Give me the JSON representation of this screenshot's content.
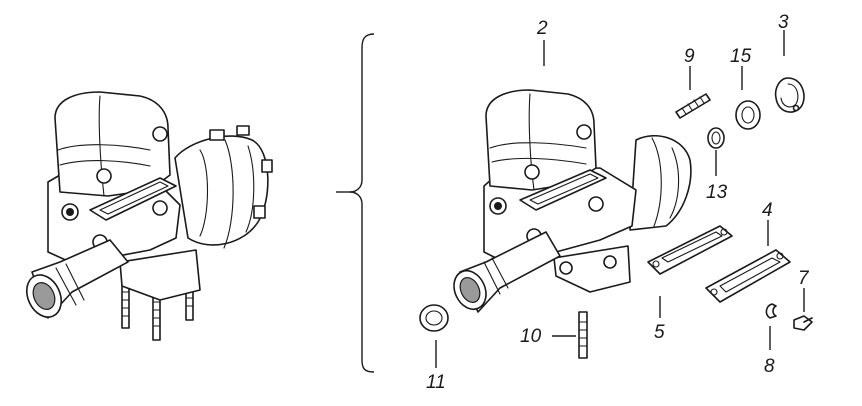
{
  "callouts": [
    {
      "id": "2",
      "text": "2"
    },
    {
      "id": "3",
      "text": "3"
    },
    {
      "id": "4",
      "text": "4"
    },
    {
      "id": "5",
      "text": "5"
    },
    {
      "id": "7",
      "text": "7"
    },
    {
      "id": "8",
      "text": "8"
    },
    {
      "id": "9",
      "text": "9"
    },
    {
      "id": "10",
      "text": "10"
    },
    {
      "id": "11",
      "text": "11"
    },
    {
      "id": "13",
      "text": "13"
    },
    {
      "id": "15",
      "text": "15"
    }
  ],
  "colors": {
    "line": "#1a1a1a",
    "background": "#ffffff",
    "shade": "#9a9a9a"
  }
}
